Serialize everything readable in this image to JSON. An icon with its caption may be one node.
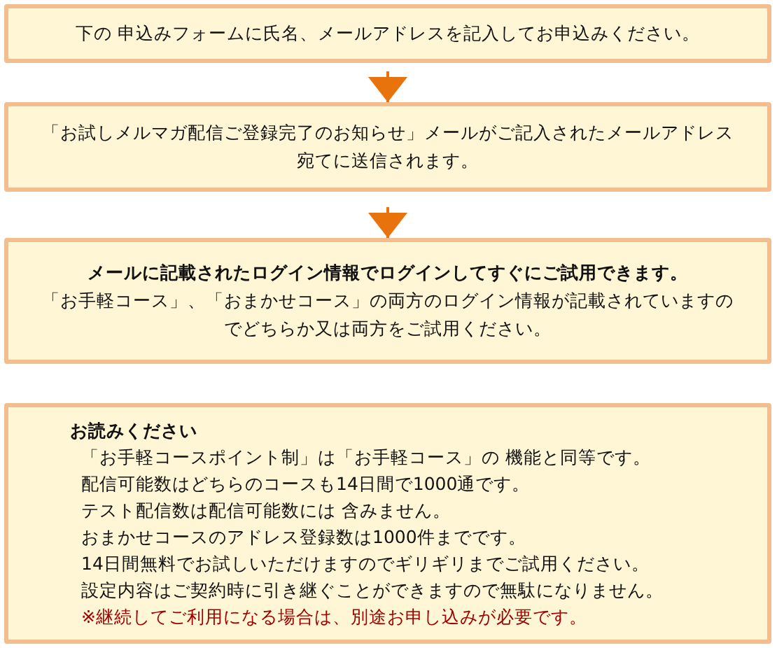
{
  "diagram": {
    "nodes": [
      {
        "text": [
          "下の 申込みフォームに氏名、メールアドレスを記入してお申込みください。"
        ]
      },
      {
        "text": [
          "「お試しメルマガ配信ご登録完了のお知らせ」メールがご記入されたメールアドレス宛てに送信されます。"
        ]
      },
      {
        "text": [
          "メールに記載されたログイン情報でログインしてすぐにご試用できます。",
          "「お手軽コース」、「おまかせコース」の両方のログイン情報が記載されていますのでどちらか又は両方をご試用ください。"
        ]
      },
      {
        "text": [
          "お読みください",
          "「お手軽コースポイント制」は「お手軽コース」の 機能と同等です。",
          "配信可能数はどちらのコースも14日間で1000通です。",
          "テスト配信数は配信可能数には 含みません。",
          "おまかせコースのアドレス登録数は1000件までです。",
          "14日間無料でお試しいただけますのでギリギリまでご試用ください。",
          "設定内容はご契約時に引き継ぐことができますので無駄になりません。",
          "※継続してご利用になる場合は、別途お申し込みが必要です。"
        ]
      }
    ],
    "edges": [
      {
        "from": 0,
        "to": 1,
        "arrow": "to"
      },
      {
        "from": 1,
        "to": 2,
        "arrow": "to"
      }
    ]
  }
}
